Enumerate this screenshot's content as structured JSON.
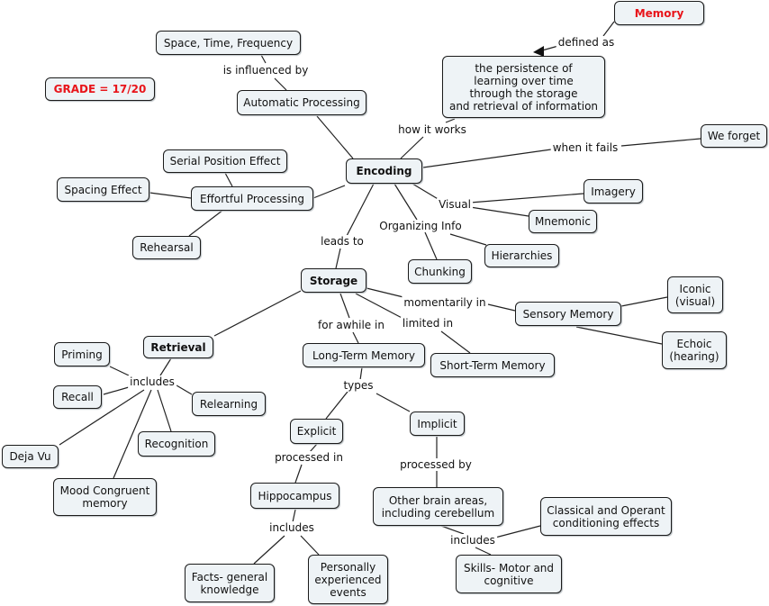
{
  "grade": "GRADE = 17/20",
  "nodes": {
    "memory": "Memory",
    "definition": "the persistence of\nlearning over time\nthrough the storage\nand retrieval of information",
    "space_time": "Space, Time, Frequency",
    "automatic": "Automatic Processing",
    "encoding": "Encoding",
    "we_forget": "We forget",
    "serial_position": "Serial Position Effect",
    "spacing": "Spacing Effect",
    "effortful": "Effortful Processing",
    "rehearsal": "Rehearsal",
    "imagery": "Imagery",
    "mnemonic": "Mnemonic",
    "hierarchies": "Hierarchies",
    "chunking": "Chunking",
    "storage": "Storage",
    "sensory": "Sensory Memory",
    "iconic": "Iconic\n(visual)",
    "echoic": "Echoic\n(hearing)",
    "retrieval": "Retrieval",
    "long_term": "Long-Term Memory",
    "short_term": "Short-Term Memory",
    "priming": "Priming",
    "recall": "Recall",
    "relearning": "Relearning",
    "deja_vu": "Deja Vu",
    "recognition": "Recognition",
    "mood": "Mood Congruent\nmemory",
    "explicit": "Explicit",
    "implicit": "Implicit",
    "hippocampus": "Hippocampus",
    "other_brain": "Other brain areas,\nincluding cerebellum",
    "classical": "Classical and Operant\nconditioning effects",
    "facts": "Facts- general\nknowledge",
    "personal": "Personally\nexperienced\nevents",
    "skills": "Skills- Motor and\ncognitive"
  },
  "labels": {
    "defined_as": "defined as",
    "influenced_by": "is influenced by",
    "how_it_works": "how it works",
    "when_it_fails": "when it fails",
    "visual": "Visual",
    "organizing": "Organizing Info",
    "leads_to": "leads to",
    "momentarily_in": "momentarily in",
    "for_awhile_in": "for awhile in",
    "limited_in": "limited in",
    "includes_retrieval": "includes",
    "types": "types",
    "processed_in": "processed in",
    "processed_by": "processed by",
    "includes_hippo": "includes",
    "includes_other": "includes"
  },
  "colors": {
    "node_fill": "#eef3f6",
    "border": "#1a1a1a",
    "accent_red": "#e8141a"
  }
}
